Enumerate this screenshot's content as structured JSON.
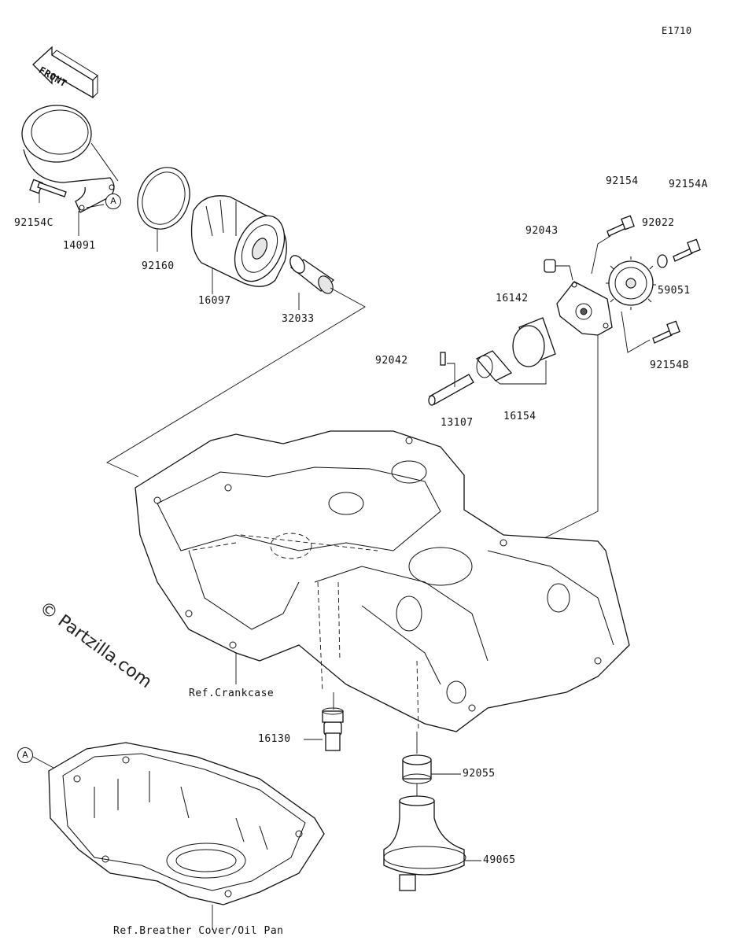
{
  "diagram_code": "E1710",
  "front_label": "FRONT",
  "watermark": "© Partzilla.com",
  "callout_letter": "A",
  "parts": {
    "p92154C": "92154C",
    "p14091": "14091",
    "p92160": "92160",
    "p16097": "16097",
    "p32033": "32033",
    "p92154": "92154",
    "p92154A": "92154A",
    "p92043": "92043",
    "p92022": "92022",
    "p16142": "16142",
    "p59051": "59051",
    "p92042": "92042",
    "p92154B": "92154B",
    "p13107": "13107",
    "p16154": "16154",
    "p16130": "16130",
    "p92055": "92055",
    "p49065": "49065"
  },
  "refs": {
    "crankcase": "Ref.Crankcase",
    "oil_pan": "Ref.Breather Cover/Oil Pan"
  }
}
